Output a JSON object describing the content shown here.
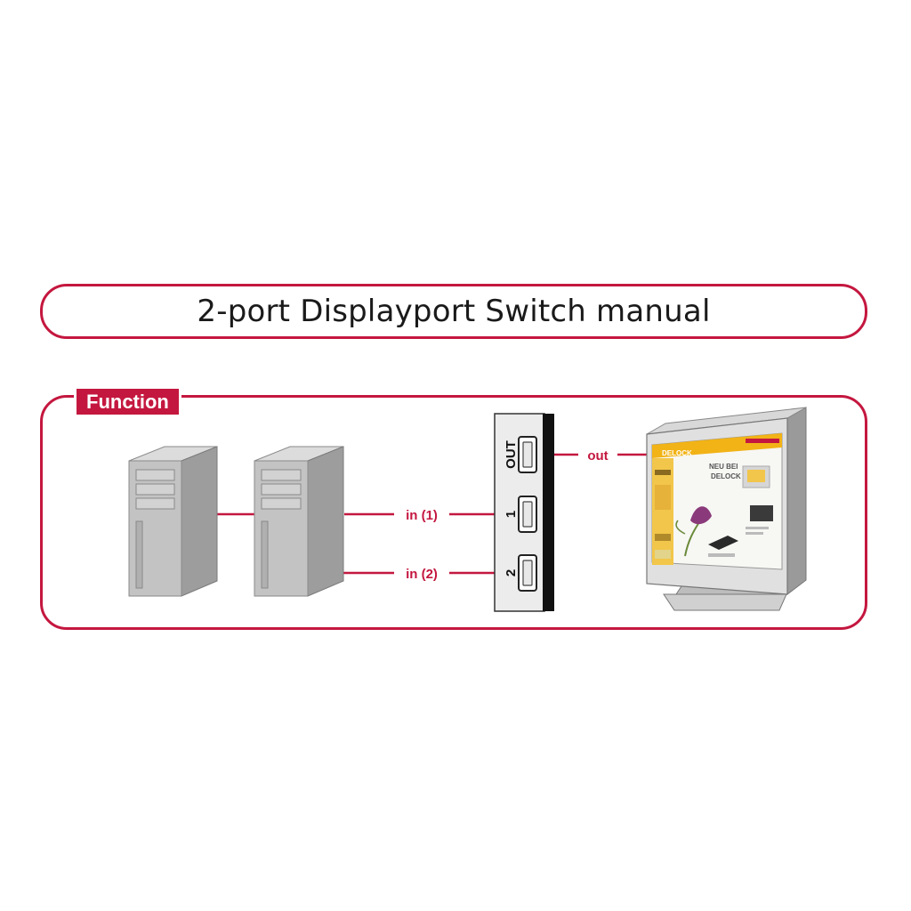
{
  "title": "2-port Displayport Switch manual",
  "section_tab": "Function",
  "connections": {
    "in1": "in (1)",
    "in2": "in (2)",
    "out": "out"
  },
  "switch_ports": {
    "out": "OUT",
    "port1": "1",
    "port2": "2"
  },
  "monitor_screen": {
    "brand": "DELOCK",
    "headline_line1": "NEU BEI",
    "headline_line2": "DELOCK"
  },
  "colors": {
    "accent": "#c4173f",
    "screen_header": "#f2b316"
  }
}
